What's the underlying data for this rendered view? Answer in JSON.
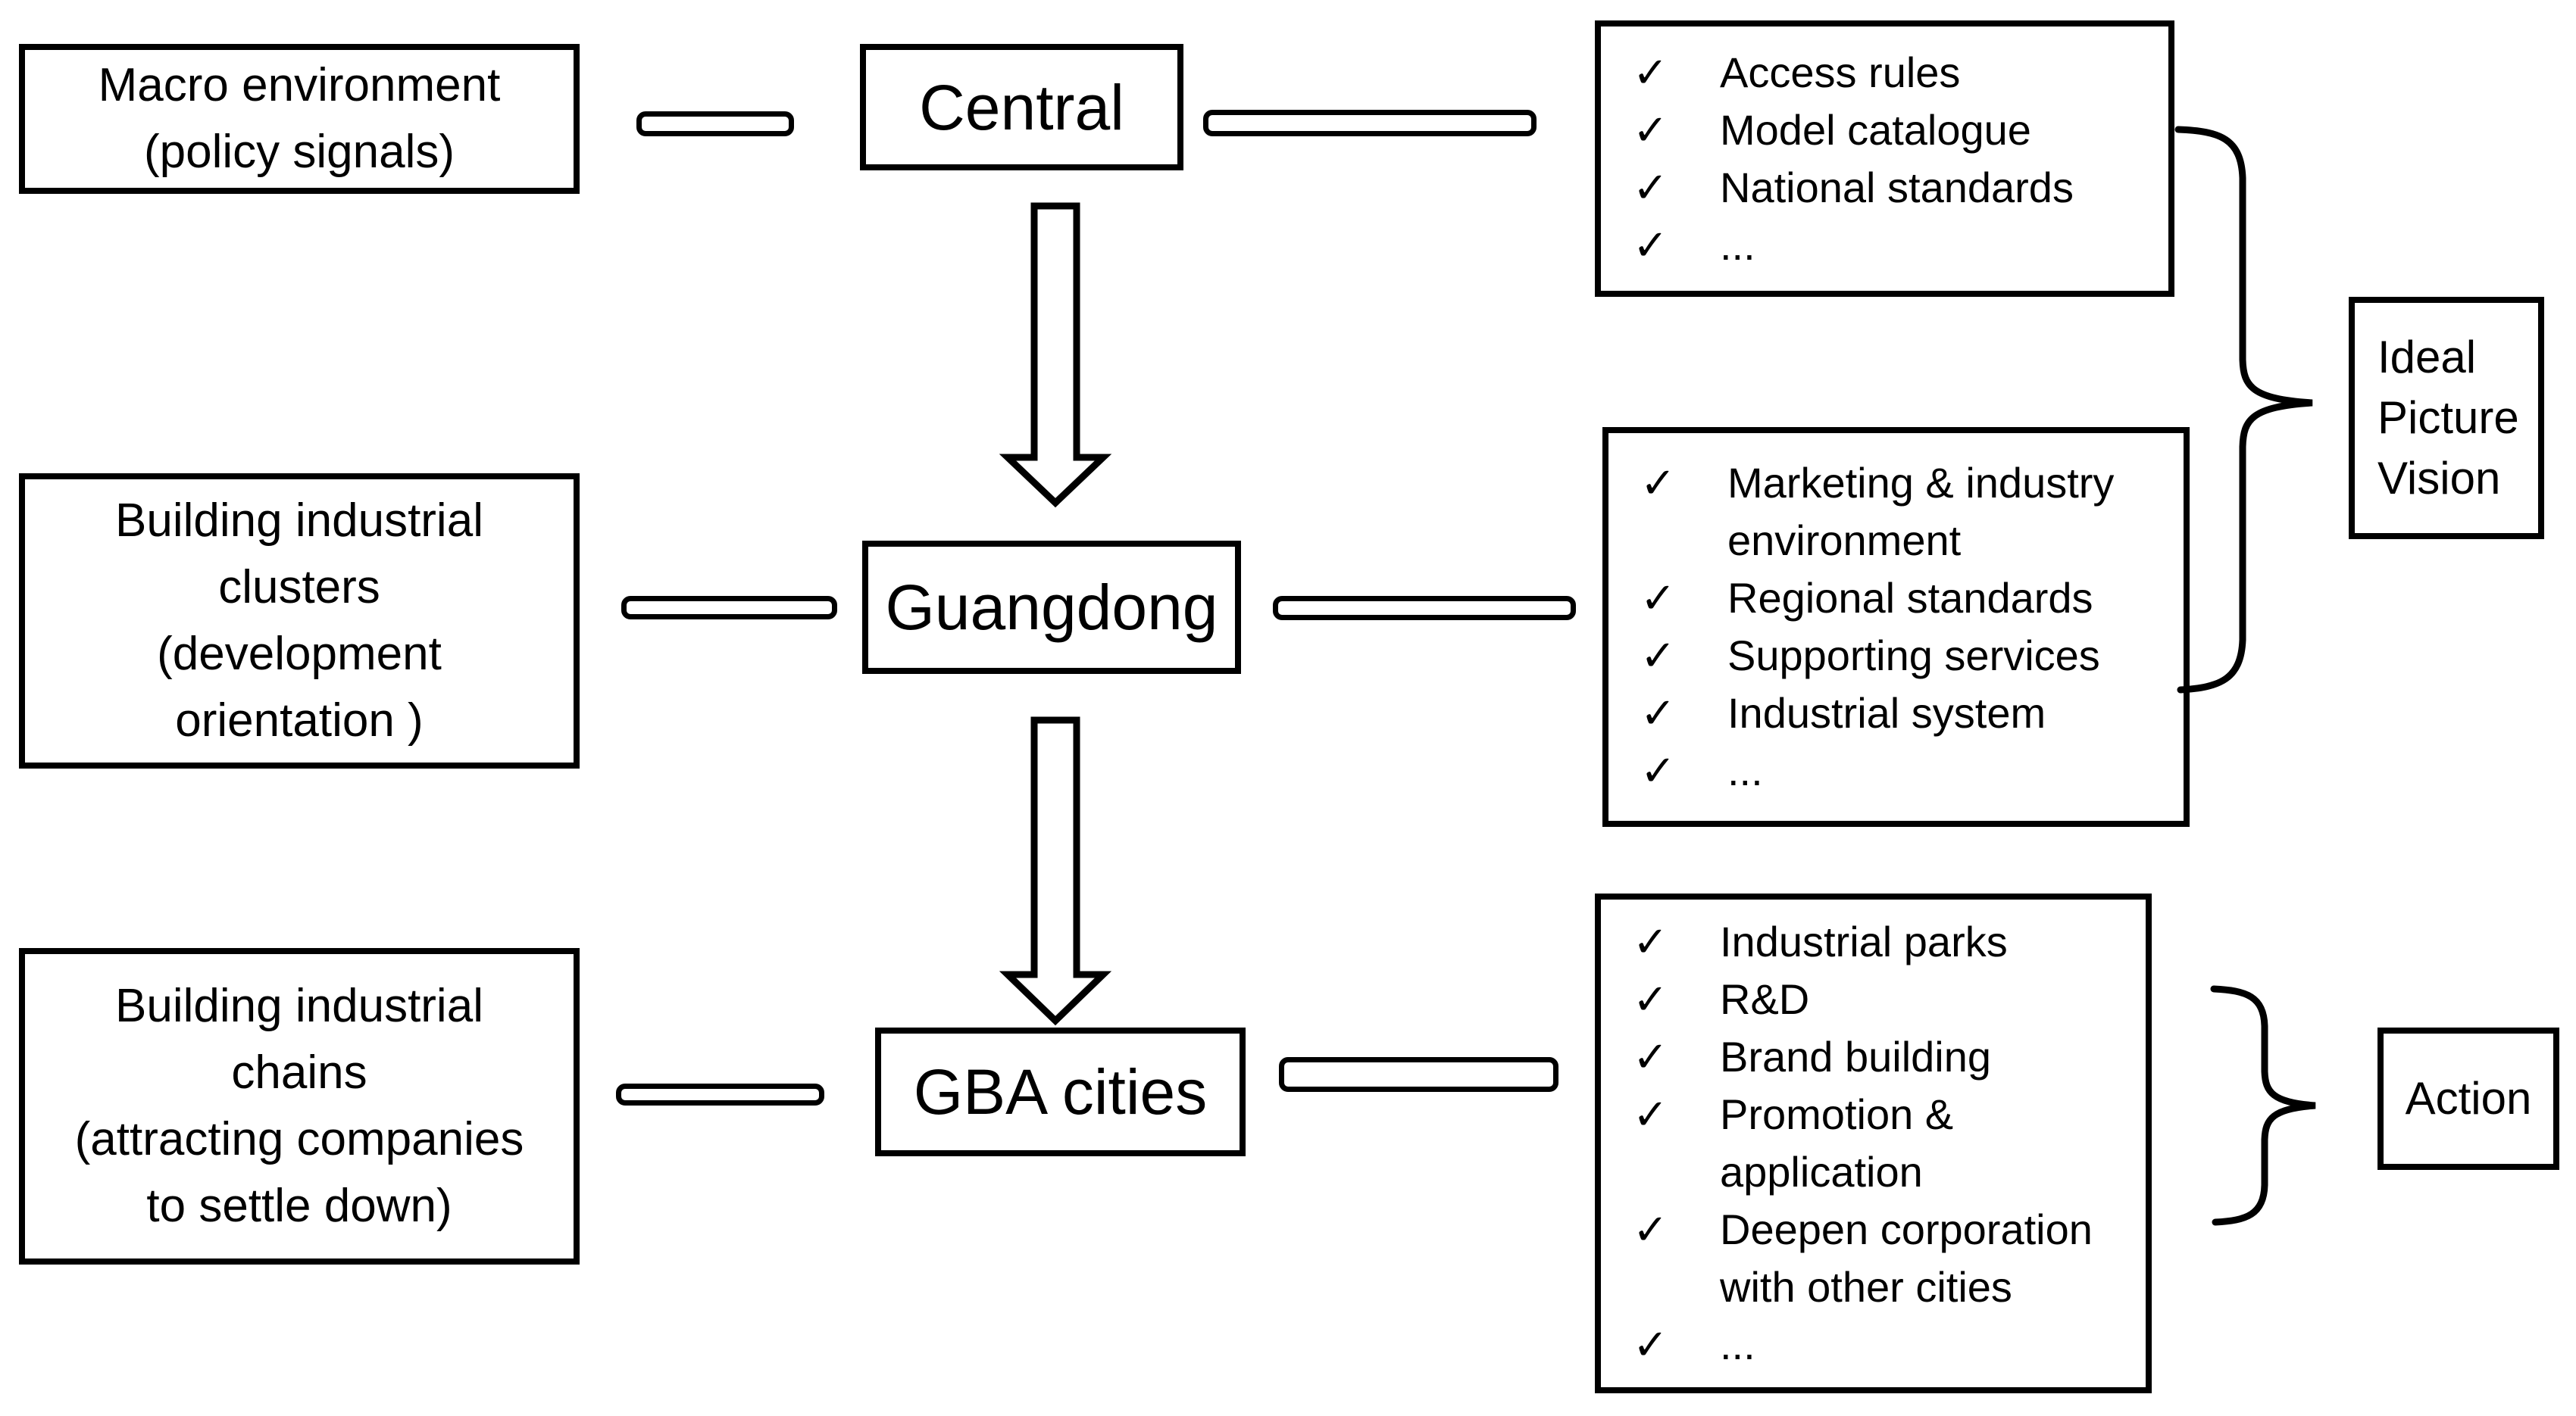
{
  "colors": {
    "ink": "#000000",
    "paper": "#ffffff"
  },
  "check_glyph": "✓",
  "left_column": [
    {
      "lines": [
        "Macro environment",
        "(policy signals)"
      ]
    },
    {
      "lines": [
        "Building industrial",
        "clusters",
        "(development",
        "orientation )"
      ]
    },
    {
      "lines": [
        "Building industrial",
        "chains",
        "(attracting companies",
        "to settle down)"
      ]
    }
  ],
  "center_column": [
    {
      "label": "Central"
    },
    {
      "label": "Guangdong"
    },
    {
      "label": "GBA cities"
    }
  ],
  "checklists": [
    {
      "items": [
        "Access rules",
        "Model catalogue",
        "National standards",
        "..."
      ]
    },
    {
      "items": [
        "Marketing & industry environment",
        "Regional standards",
        "Supporting services",
        "Industrial system",
        "..."
      ]
    },
    {
      "items": [
        "Industrial parks",
        "R&D",
        "Brand building",
        "Promotion & application",
        "Deepen corporation with other cities",
        "..."
      ]
    }
  ],
  "outcomes": [
    {
      "lines": [
        "Ideal",
        "Picture",
        "Vision"
      ]
    },
    {
      "lines": [
        "Action"
      ]
    }
  ]
}
